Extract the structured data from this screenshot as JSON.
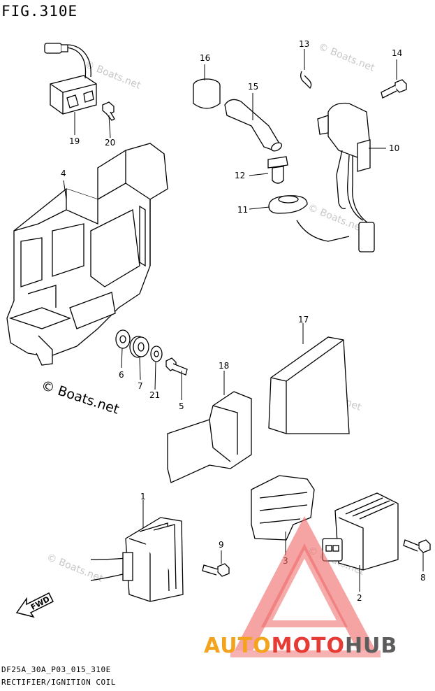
{
  "figure": {
    "title": "FIG.310E",
    "code": "DF25A_30A_P03_015_310E",
    "caption": "RECTIFIER/IGNITION COIL"
  },
  "copyright_text": "© Boats.net",
  "watermark_text": "© Boats.net",
  "logo": {
    "part1": "AUTO",
    "part2": "MOTO",
    "part3": "HUB"
  },
  "callouts": [
    "1",
    "2",
    "3",
    "4",
    "5",
    "6",
    "7",
    "8",
    "9",
    "10",
    "11",
    "12",
    "13",
    "14",
    "15",
    "16",
    "17",
    "18",
    "19",
    "20",
    "21"
  ],
  "fwd_label": "FWD",
  "colors": {
    "line": "#000000",
    "logo_orange": "#f3a31e",
    "logo_red": "#e73b35",
    "logo_gray": "#5d5d5d",
    "watermark": "#c8c8c8"
  }
}
